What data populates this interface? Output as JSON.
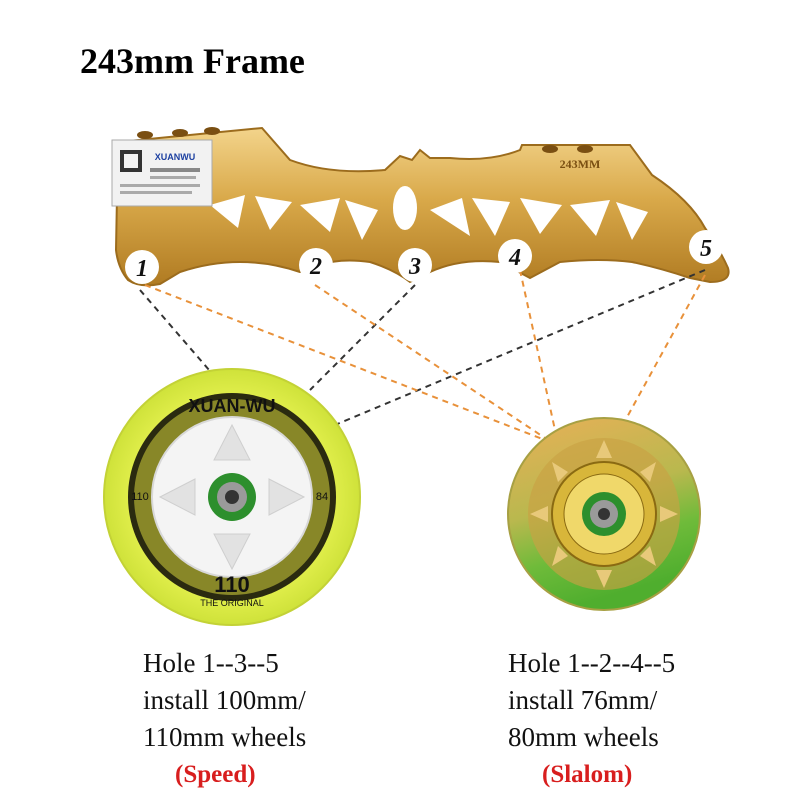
{
  "title": "243mm Frame",
  "frame": {
    "size_text": "243MM",
    "brand": "XUANWU",
    "holes": [
      "1",
      "2",
      "3",
      "4",
      "5"
    ]
  },
  "speed_setup": {
    "line1": "Hole 1--3--5",
    "line2": "install 100mm/",
    "line3": "110mm wheels",
    "mode": "(Speed)",
    "wheel_text": "XUAN-WU",
    "wheel_logo": "110",
    "wheel_sub": "THE ORIGINAL",
    "wheel_size_left": "110",
    "wheel_size_right": "84"
  },
  "slalom_setup": {
    "line1": "Hole 1--2--4--5",
    "line2": "install 76mm/",
    "line3": "80mm wheels",
    "mode": "(Slalom)"
  },
  "colors": {
    "frame_gold": "#d9a94a",
    "speed_line": "#333333",
    "slalom_line": "#e8913a",
    "speed_wheel": "#e1f04a",
    "mode_red": "#d81e1e"
  }
}
